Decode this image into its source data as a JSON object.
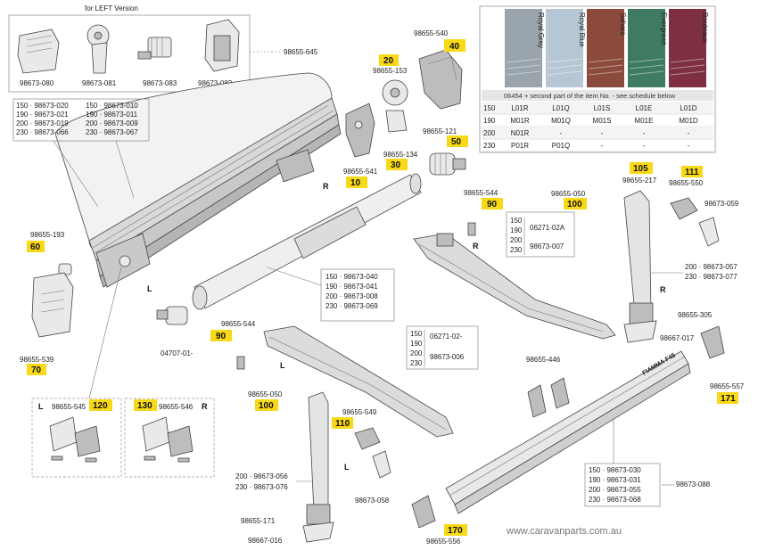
{
  "header": {
    "left_version_label": "for LEFT Version"
  },
  "left_version_parts": [
    "98673-080",
    "98673-081",
    "98673-083",
    "98673-082"
  ],
  "left_version_group_ref": "98655-645",
  "awning_tube_codes": {
    "col1": [
      "150 · 98673-020",
      "190 · 98673-021",
      "200 · 98673-019",
      "230 · 98673-066"
    ],
    "col2": [
      "150 · 98673-010",
      "190 · 98673-011",
      "200 · 98673-009",
      "230 · 98673-067"
    ]
  },
  "roller_tube_codes": [
    "150 · 98673-040",
    "190 · 98673-041",
    "200 · 98673-008",
    "230 · 98673-069"
  ],
  "front_bar_codes": [
    "150 · 98673-030",
    "190 · 98673-031",
    "200 · 98673-055",
    "230 · 98673-068"
  ],
  "front_bar_ref": "98673-088",
  "right_leg_codes": [
    "200 · 98673-057",
    "230 · 98673-077"
  ],
  "left_leg_codes": [
    "200 · 98673-056",
    "230 · 98673-076"
  ],
  "right_arm_codes": {
    "sizes": [
      "150",
      "190",
      "200",
      "230"
    ],
    "code_a": "06271-02A",
    "code_b": "98673-007"
  },
  "left_arm_codes": {
    "sizes": [
      "150",
      "190",
      "200",
      "230"
    ],
    "code_a": "06271-02-",
    "code_b": "98673-006"
  },
  "part_labels": {
    "p98655_540": "98655-540",
    "p98655_153": "98655-153",
    "p98655_121": "98655-121",
    "p98655_134": "98655-134",
    "p98655_541": "98655-541",
    "p98655_193": "98655-193",
    "p98655_539": "98655-539",
    "p04707": "04707-01-",
    "p98655_544_l": "98655-544",
    "p98655_544_r": "98655-544",
    "p98655_050_r": "98655-050",
    "p98655_050_l": "98655-050",
    "p98655_217": "98655-217",
    "p98655_550": "98655-550",
    "p98673_059": "98673-059",
    "p98655_305": "98655-305",
    "p98667_017": "98667-017",
    "p98655_557": "98655-557",
    "p98655_446": "98655-446",
    "p98655_549": "98655-549",
    "p98673_058": "98673-058",
    "p98655_171": "98655-171",
    "p98667_016": "98667-016",
    "p98655_556": "98655-556",
    "p98655_545": "98655-545",
    "p98655_546": "98655-546"
  },
  "side_letters": {
    "R": "R",
    "L": "L"
  },
  "badges": {
    "b40": "40",
    "b20": "20",
    "b50": "50",
    "b30": "30",
    "b10": "10",
    "b60": "60",
    "b70": "70",
    "b90l": "90",
    "b90r": "90",
    "b100r": "100",
    "b100l": "100",
    "b105": "105",
    "b111": "111",
    "b171": "171",
    "b110": "110",
    "b120": "120",
    "b130": "130",
    "b170": "170"
  },
  "fabric": {
    "swatches": [
      {
        "name": "Royal Grey",
        "color": "#9aa4ad"
      },
      {
        "name": "Royal Blue",
        "color": "#b7c6d5"
      },
      {
        "name": "Sahara",
        "color": "#8a4a3c"
      },
      {
        "name": "Evergreen",
        "color": "#3f7a63"
      },
      {
        "name": "Bordeaux",
        "color": "#7e3040"
      }
    ],
    "note": "06454 + second part of the item No. - see schedule below",
    "rows": [
      [
        "150",
        "L01R",
        "L01Q",
        "L01S",
        "L01E",
        "L01D"
      ],
      [
        "190",
        "M01R",
        "M01Q",
        "M01S",
        "M01E",
        "M01D"
      ],
      [
        "200",
        "N01R",
        "-",
        "-",
        "-",
        "-"
      ],
      [
        "230",
        "P01R",
        "P01Q",
        "-",
        "-",
        "-"
      ]
    ]
  },
  "brand_logo": "FIAMMA F45",
  "website": "www.caravanparts.com.au",
  "colors": {
    "badge": "#f7d917"
  }
}
